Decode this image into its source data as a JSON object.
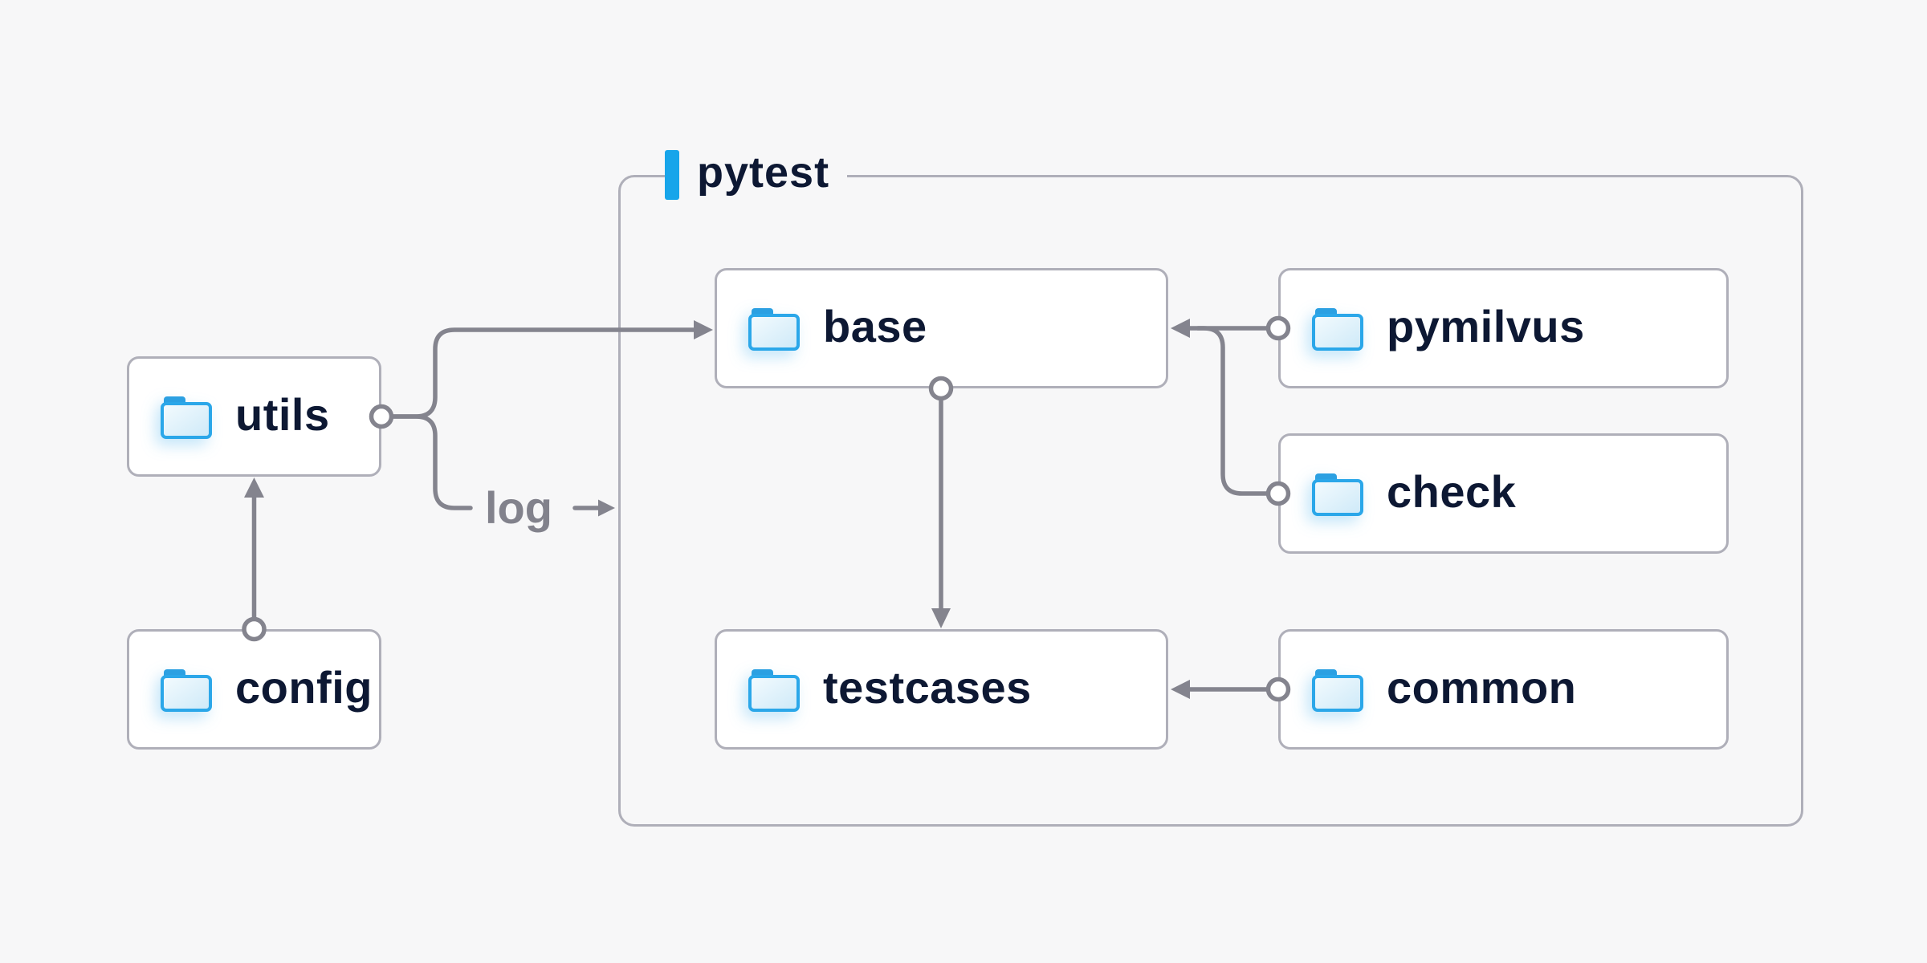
{
  "diagram": {
    "background_color": "#F7F7F8",
    "container": {
      "label": "pytest",
      "accent_color": "#17A5EA"
    },
    "nodes": [
      {
        "id": "utils",
        "label": "utils",
        "icon": "folder-icon",
        "inside_container": false
      },
      {
        "id": "config",
        "label": "config",
        "icon": "folder-icon",
        "inside_container": false
      },
      {
        "id": "base",
        "label": "base",
        "icon": "folder-icon",
        "inside_container": true
      },
      {
        "id": "testcases",
        "label": "testcases",
        "icon": "folder-icon",
        "inside_container": true
      },
      {
        "id": "pymilvus",
        "label": "pymilvus",
        "icon": "folder-icon",
        "inside_container": true
      },
      {
        "id": "check",
        "label": "check",
        "icon": "folder-icon",
        "inside_container": true
      },
      {
        "id": "common",
        "label": "common",
        "icon": "folder-icon",
        "inside_container": true
      }
    ],
    "edges": [
      {
        "from": "config",
        "to": "utils"
      },
      {
        "from": "utils",
        "to": "base"
      },
      {
        "from": "utils",
        "to": "pytest-container",
        "label": "log"
      },
      {
        "from": "pymilvus",
        "to": "base"
      },
      {
        "from": "check",
        "to": "base"
      },
      {
        "from": "base",
        "to": "testcases"
      },
      {
        "from": "common",
        "to": "testcases"
      }
    ],
    "edge_label": {
      "text": "log"
    }
  },
  "colors": {
    "background": "#F7F7F8",
    "node_fill": "#FFFFFF",
    "node_border": "#AFAFB9",
    "node_text": "#0D1833",
    "connector": "#84848E",
    "accent_blue": "#17A5EA",
    "folder_outline": "#2BA7E9",
    "folder_tab": "#2BA0E2"
  }
}
